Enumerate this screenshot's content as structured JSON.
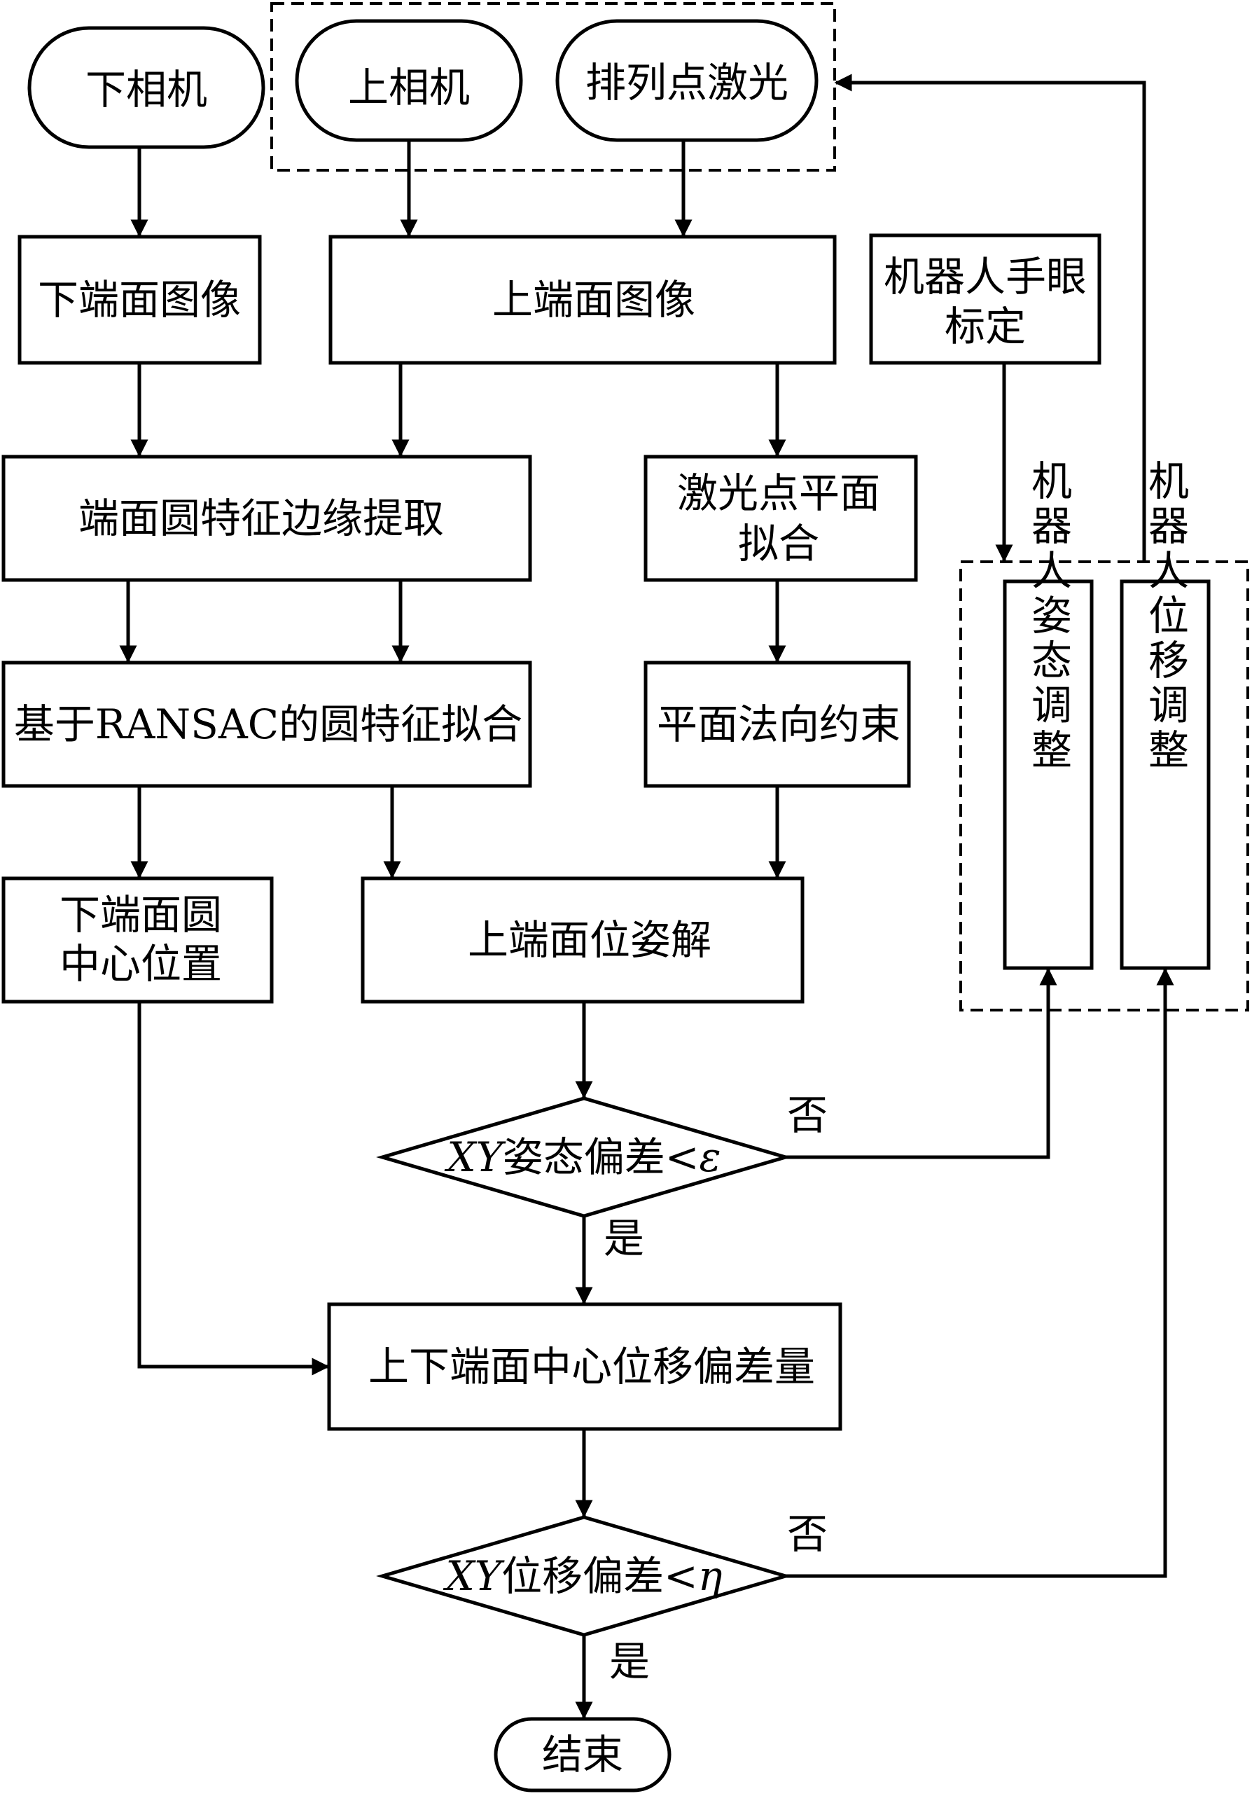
{
  "nodes": {
    "lower_camera": "下相机",
    "upper_camera": "上相机",
    "laser_array": "排列点激光",
    "lower_image": "下端面图像",
    "upper_image": "上端面图像",
    "handeye_1": "机器人手眼",
    "handeye_2": "标定",
    "edge_extract": "端面圆特征边缘提取",
    "laser_fit_1": "激光点平面",
    "laser_fit_2": "拟合",
    "ransac_fit": "基于RANSAC的圆特征拟合",
    "normal_constraint": "平面法向约束",
    "lower_center_1": "下端面圆",
    "lower_center_2": "中心位置",
    "upper_pose": "上端面位姿解",
    "attitude_adjust": "机器人姿态调整",
    "displacement_adjust": "机器人位移调整",
    "offset": "上下端面中心位移偏差量",
    "end": "结束"
  },
  "decisions": {
    "attitude_var": "XY",
    "attitude_text": "姿态偏差<",
    "attitude_sym": "ε",
    "displacement_var": "XY",
    "displacement_text": "位移偏差<",
    "displacement_sym": "η"
  },
  "labels": {
    "no_1": "否",
    "yes_1": "是",
    "no_2": "否",
    "yes_2": "是"
  }
}
